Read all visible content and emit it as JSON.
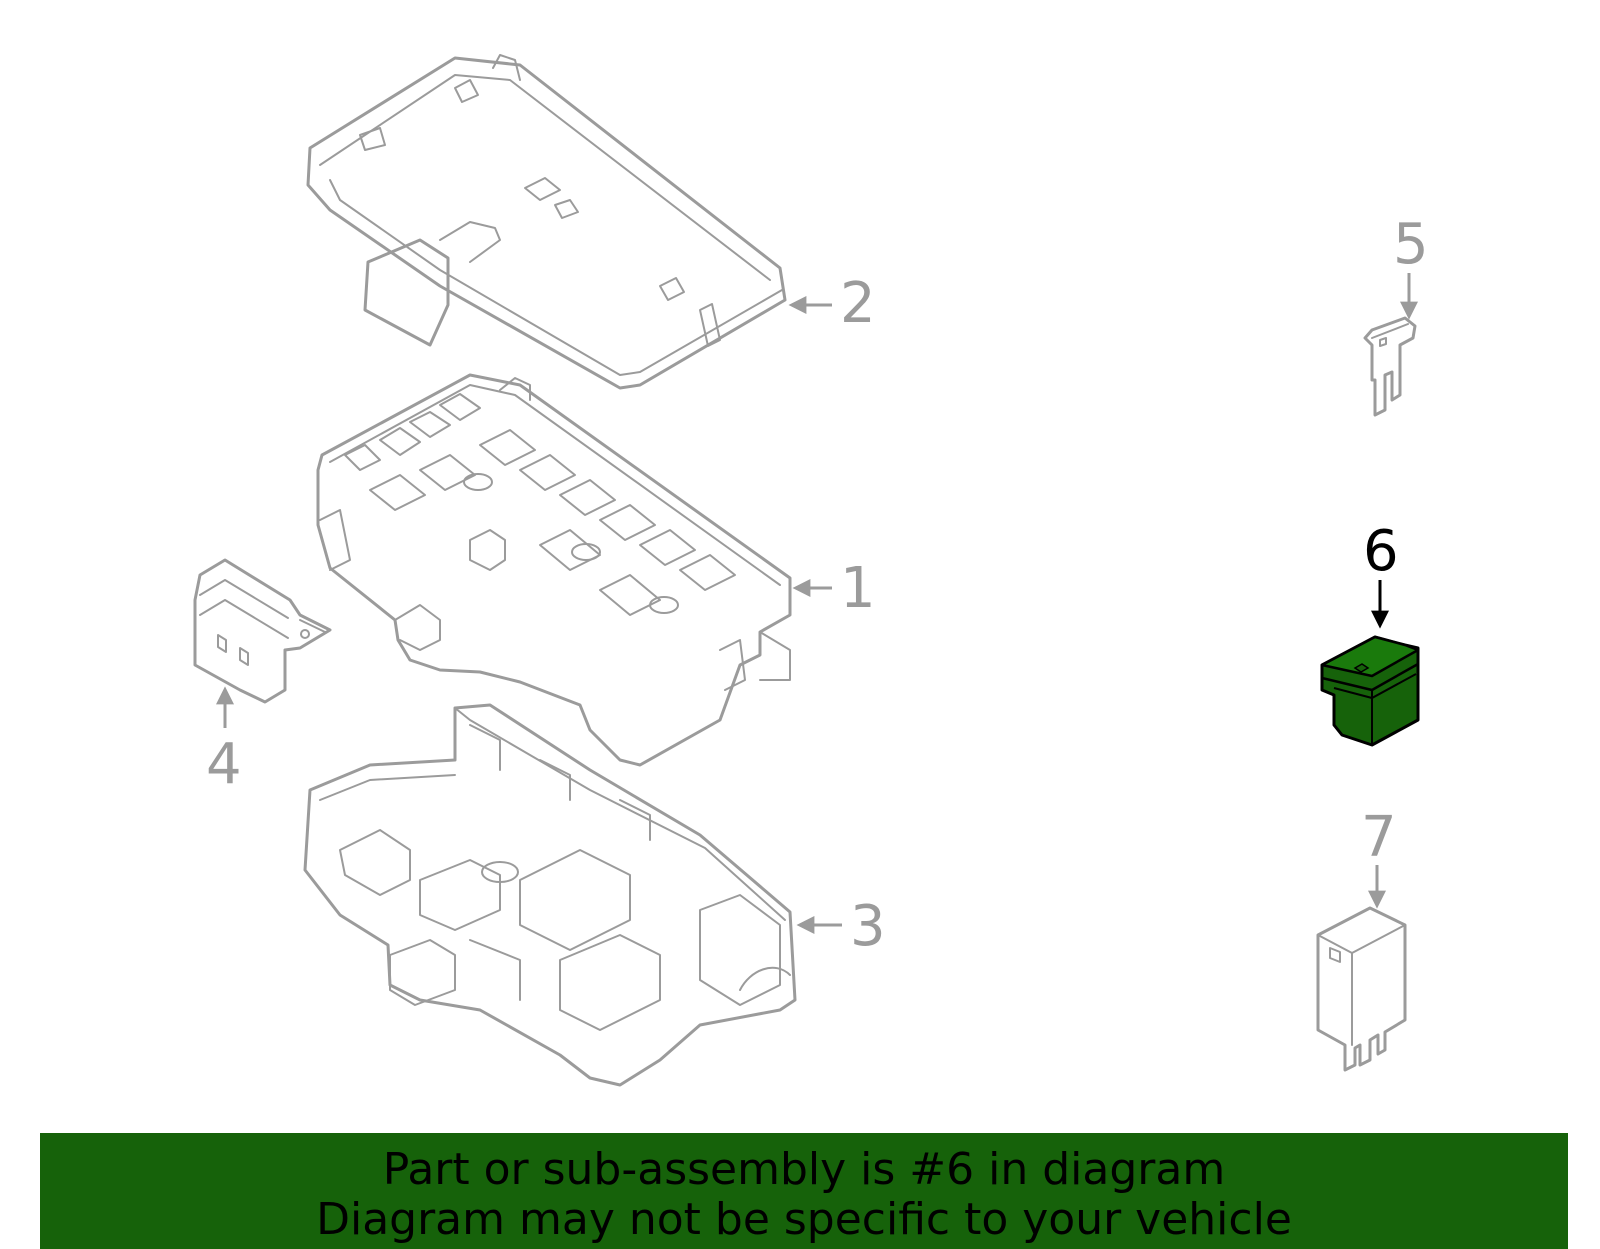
{
  "callouts": {
    "c1": "1",
    "c2": "2",
    "c3": "3",
    "c4": "4",
    "c5": "5",
    "c6": "6",
    "c7": "7"
  },
  "highlighted_part": "6",
  "colors": {
    "line": "#9b9b9b",
    "highlight_fill": "#16620a",
    "banner_bg": "#16620a",
    "banner_text": "#000000"
  },
  "banner": {
    "line1": "Part or sub-assembly is #6 in diagram",
    "line2": "Diagram may not be specific to your vehicle"
  }
}
